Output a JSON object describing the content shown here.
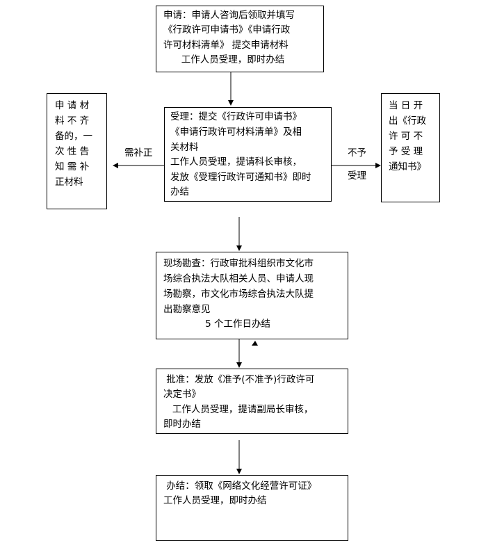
{
  "flowchart": {
    "application": {
      "lines": [
        "申请：申请人咨询后领取并填写",
        "《行政许可申请书》《申请行政",
        "许可材料清单》 提交申请材料",
        "      工作人员受理，即时办结"
      ]
    },
    "acceptance": {
      "lines": [
        "受理：提交《行政许可申请书》",
        "《申请行政许可材料清单》及相",
        "关材料",
        "工作人员受理，提请科长审核，",
        "发放《受理行政许可通知书》即时",
        "办结"
      ]
    },
    "supplement": {
      "lines": [
        "申 请 材",
        "料 不 齐",
        "备的，一",
        "次 性 告",
        "知 需 补",
        "正材料"
      ]
    },
    "rejection": {
      "lines": [
        "当 日 开",
        "出《行政",
        "许 可 不",
        "予 受 理",
        "通知书》"
      ]
    },
    "inspection": {
      "lines": [
        "现场勘查：行政审批科组织市文化市",
        "场综合执法大队相关人员、申请人现",
        "场勘察，市文化市场综合执法大队提",
        "出勘察意见",
        "              5 个工作日办结"
      ]
    },
    "approval": {
      "lines": [
        " 批准：发放《准予(不准予)行政许可",
        "决定书》",
        "   工作人员受理，提请副局长审核，",
        "即时办结"
      ]
    },
    "completion": {
      "lines": [
        " 办结：领取《网络文化经营许可证》",
        "工作人员受理，即时办结"
      ]
    },
    "edge_labels": {
      "needs_supplement": "需补正",
      "not_accepted_line1": "不予",
      "not_accepted_line2": "受理"
    }
  }
}
